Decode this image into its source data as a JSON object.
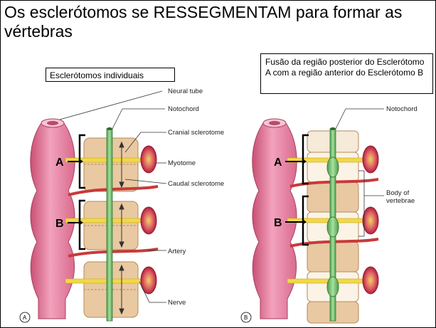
{
  "title": "Os esclerótomos se RESSEGMENTAM para formar as vértebras",
  "box_left": "Esclerótomos individuais",
  "box_right": "Fusão da região posterior do Esclerótomo A com a região anterior do Esclerótomo B",
  "left_panel": {
    "labels": {
      "neural_tube": "Neural tube",
      "notochord": "Notochord",
      "cranial": "Cranial sclerotome",
      "myotome": "Myotome",
      "caudal": "Caudal sclerotome",
      "artery": "Artery",
      "nerve": "Nerve"
    },
    "marker_a": "A",
    "marker_b": "B",
    "panel_letter": "A"
  },
  "right_panel": {
    "labels": {
      "notochord": "Notochord",
      "body_line1": "Body of",
      "body_line2": "vertebrae"
    },
    "marker_a": "A",
    "marker_b": "B",
    "panel_letter": "B"
  },
  "colors": {
    "neural_tube": "#e98aa8",
    "notochord": "#7cc77a",
    "sclerotome": "#e9c9a2",
    "myotome": "#c9324a",
    "nerve": "#f1d84a",
    "artery": "#c83a3a"
  }
}
